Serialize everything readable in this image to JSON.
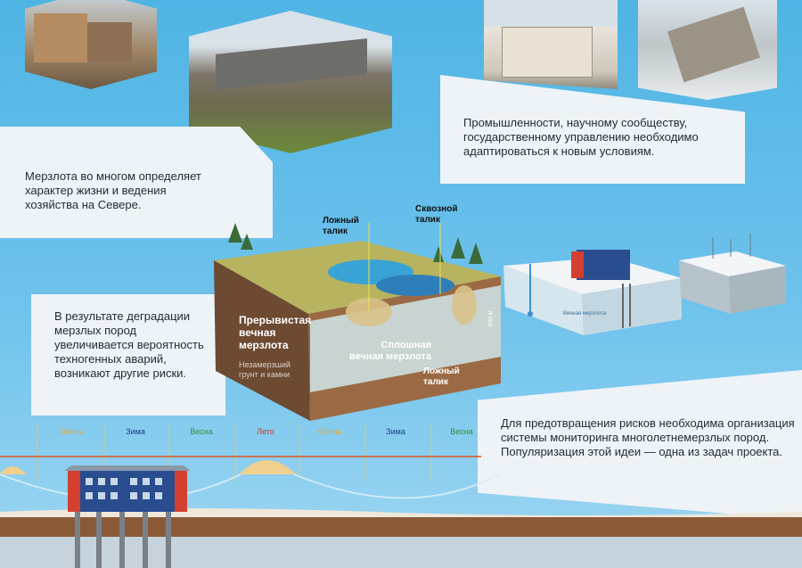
{
  "texts": {
    "left_top": "Мерзлота во многом определяет характер жизни и ведения хозяйства на Севере.",
    "right_top": "Промышленности, научному сообществу, государственному управлению необходимо адаптироваться к новым условиям.",
    "left_mid": "В результате деградации мерзлых пород увеличивается вероятность техногенных аварий, возникают другие риски.",
    "right_bottom": "Для предотвращения рисков необходима организация системы мониторинга многолетнемерзлых пород. Популяризация этой идеи — одна из задач проекта."
  },
  "labels": {
    "false_talik": "Ложный талик",
    "through_talik": "Сквозной талик",
    "intermittent": "Прерывистая вечная мерзлота",
    "continuous": "Сплошная вечная мерзлота",
    "false_talik_2": "Ложный талик",
    "unfrozen": "Незамерзший грунт и камни",
    "permafrost_small": "Вечная мерзлота",
    "depth": "400 м"
  },
  "seasons": [
    "Осень",
    "Зима",
    "Весна",
    "Лето",
    "Осень",
    "Зима",
    "Весна"
  ],
  "colors": {
    "panel": "#eef3f7",
    "sky": "#5bbbe7",
    "soil": "#8a5a38",
    "orange_line": "#e1531f",
    "season_autumn": "#e8a93a",
    "season_winter": "#1c3d8a",
    "season_spring": "#2f8f3a",
    "season_summer": "#c0392b"
  }
}
